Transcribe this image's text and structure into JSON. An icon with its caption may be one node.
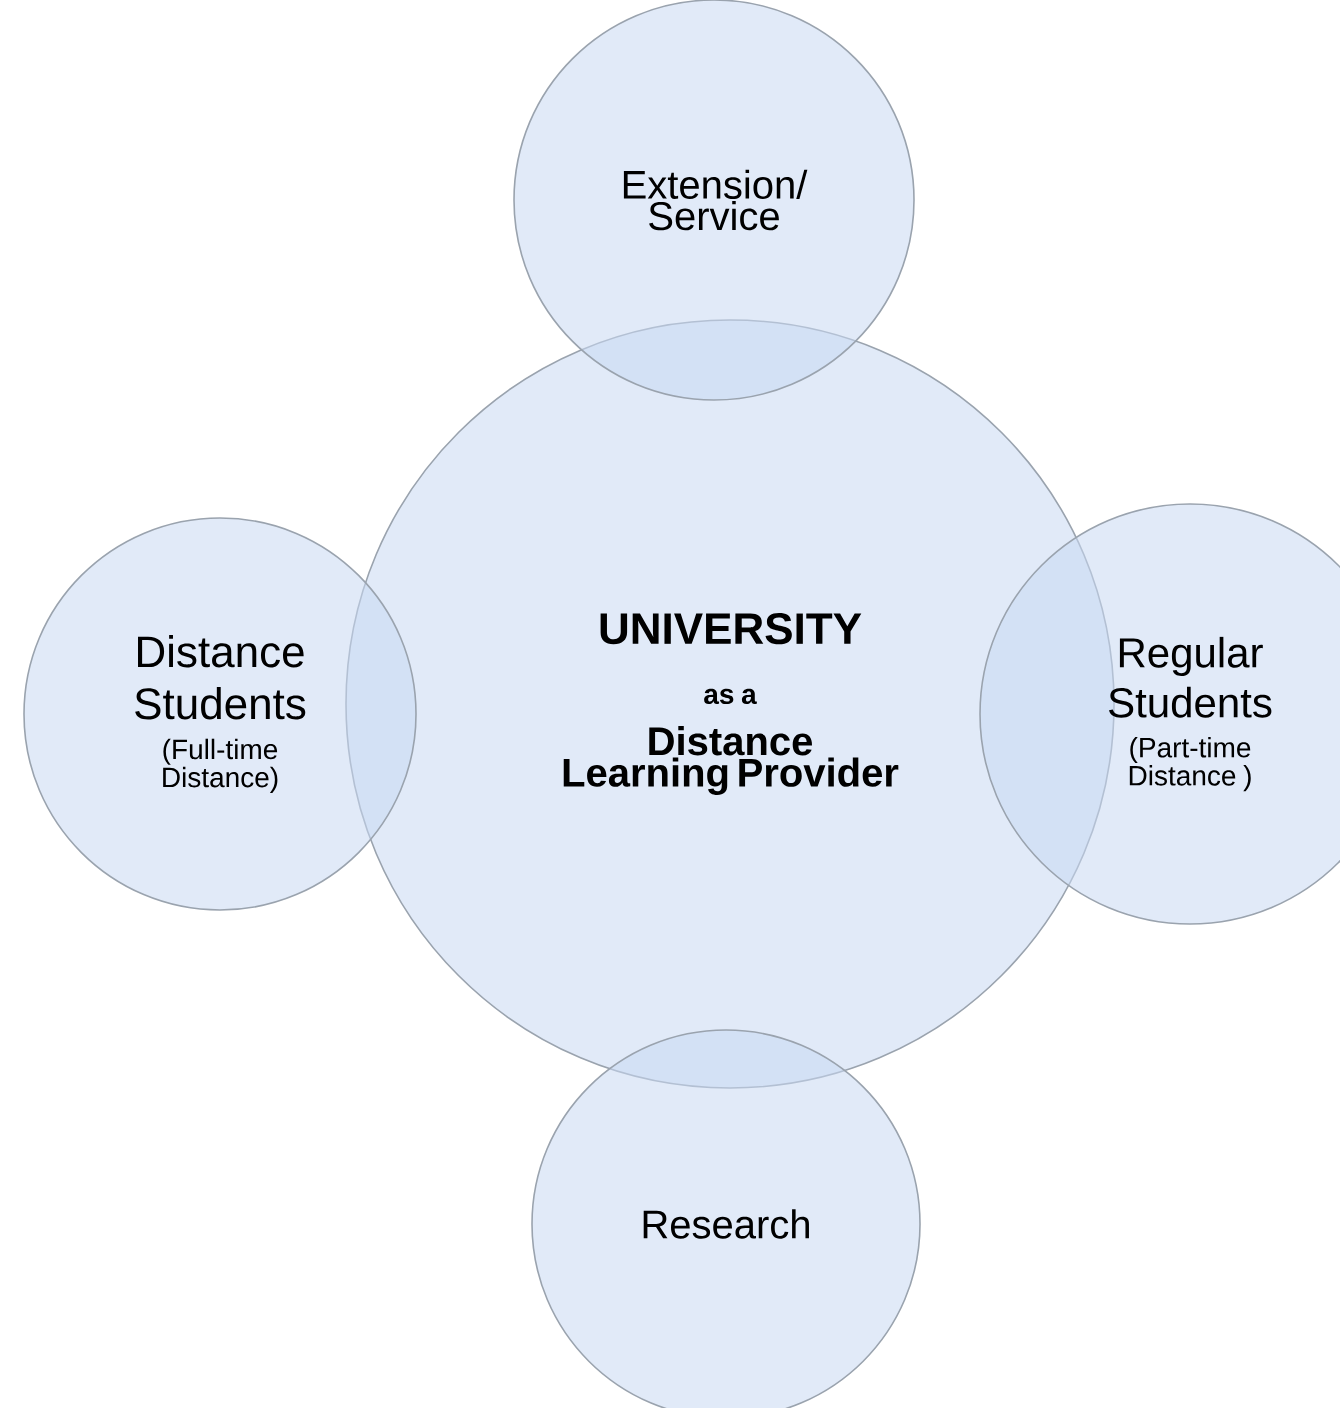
{
  "diagram": {
    "nodes": [
      {
        "text": [
          "UNIVERSITY",
          "as a",
          "Distance Learning Provider"
        ]
      },
      {
        "text": [
          "Extension/ Service"
        ]
      },
      {
        "text": [
          "Distance Students",
          "(Full-time Distance)"
        ]
      },
      {
        "text": [
          "Regular Students",
          "(Part-time Distance )"
        ]
      },
      {
        "text": [
          "Research"
        ]
      }
    ]
  }
}
